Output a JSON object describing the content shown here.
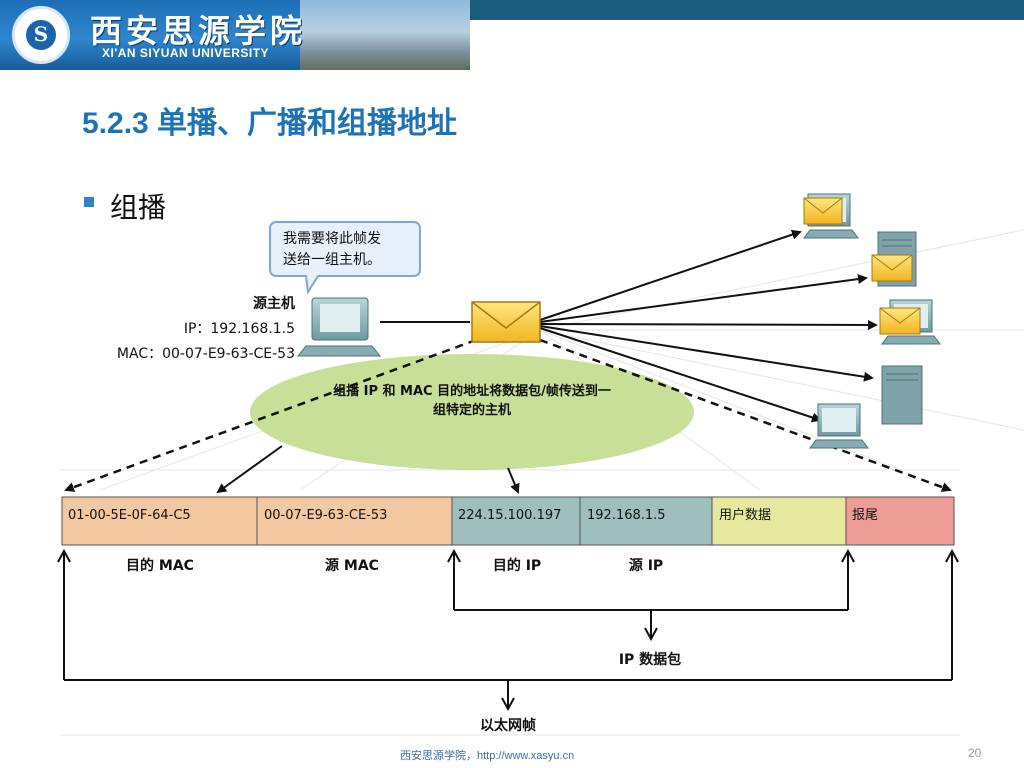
{
  "header": {
    "school_name_cn": "西安思源学院",
    "school_name_en": "XI'AN SIYUAN UNIVERSITY",
    "logo_letter": "S"
  },
  "slide": {
    "title": "5.2.3 单播、广播和组播地址",
    "bullet": "组播"
  },
  "diagram": {
    "speech_bubble": [
      "我需要将此帧发",
      "送给一组主机。"
    ],
    "source_label": "源主机",
    "source_ip": "IP：192.168.1.5",
    "source_mac": "MAC：00-07-E9-63-CE-53",
    "ellipse_text": [
      "组播 IP 和 MAC 目的地址将数据包/帧传送到一",
      "组特定的主机"
    ],
    "frame_fields": [
      {
        "value": "01-00-5E-0F-64-C5",
        "color": "#f3c7a0"
      },
      {
        "value": "00-07-E9-63-CE-53",
        "color": "#f3c7a0"
      },
      {
        "value": "224.15.100.197",
        "color": "#9fbfbf"
      },
      {
        "value": "192.168.1.5",
        "color": "#9fbfbf"
      },
      {
        "value": "用户数据",
        "color": "#e6e8a0"
      },
      {
        "value": "报尾",
        "color": "#ee9c96"
      }
    ],
    "field_labels": [
      "目的 MAC",
      "源 MAC",
      "目的 IP",
      "源 IP"
    ],
    "ip_packet_label": "IP 数据包",
    "ethernet_frame_label": "以太网帧"
  },
  "footer": {
    "text": "西安思源学院，http://www.xasyu.cn",
    "page_number": "20"
  },
  "colors": {
    "title_blue": "#1e73b8",
    "top_bar": "#1b5d7e",
    "ellipse": "#c5dd92"
  }
}
